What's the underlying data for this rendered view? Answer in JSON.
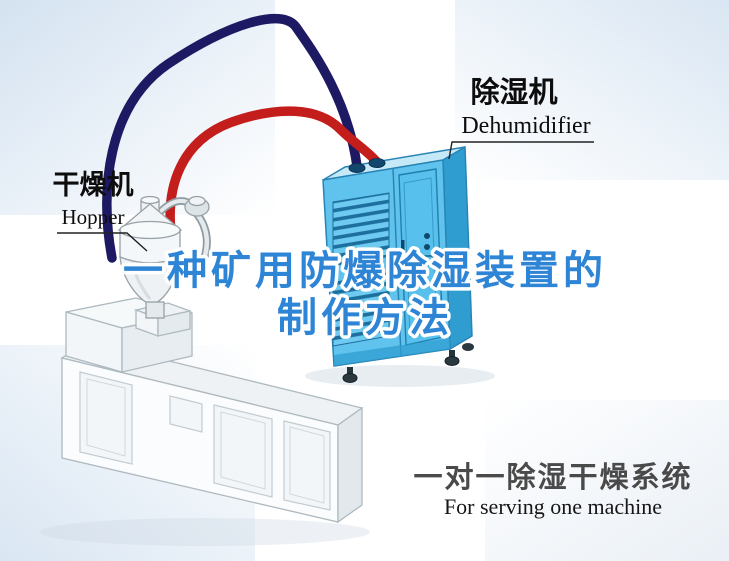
{
  "illustration": {
    "machine_labels": {
      "hopper_cn": "干燥机",
      "hopper_en": "Hopper",
      "dehumidifier_cn": "除湿机",
      "dehumidifier_en": "Dehumidifier"
    },
    "title": {
      "line1": "一种矿用防爆除湿装置的",
      "line2": "制作方法",
      "color": "#2e85d6"
    },
    "caption": {
      "cn": "一对一除湿干燥系统",
      "en": "For serving one machine",
      "color": "#4a4a4a"
    },
    "colors": {
      "pipe_red": "#c41e1c",
      "pipe_navy": "#1d1a63",
      "dehumidifier_front": "#5fc3ee",
      "dehumidifier_side": "#2f9dd0",
      "dehumidifier_top": "#c6e9f8",
      "vent_slot": "#1d6f9e",
      "corner_wash": "#c9dbed"
    }
  }
}
